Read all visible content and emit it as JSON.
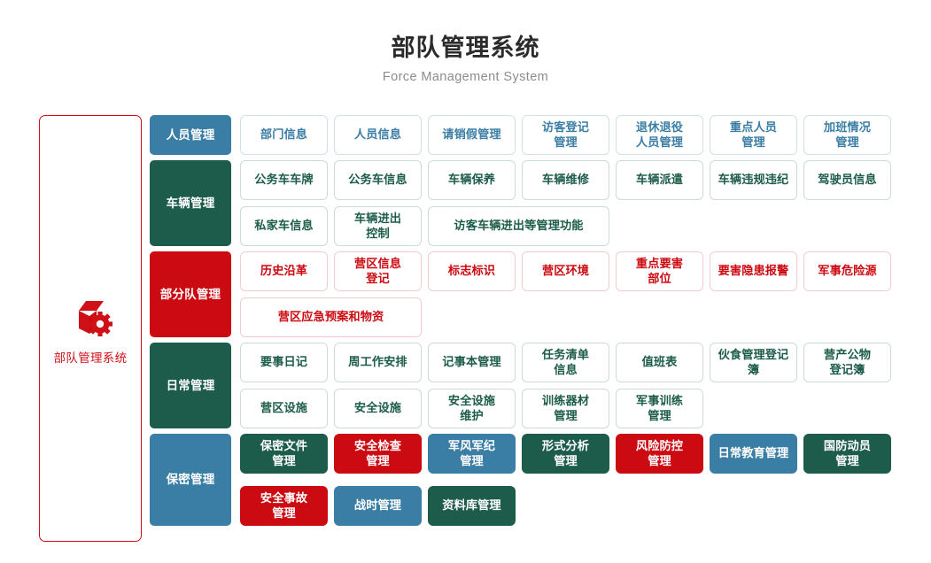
{
  "header": {
    "title": "部队管理系统",
    "subtitle": "Force Management System"
  },
  "sidebar": {
    "icon": "box-gear-icon",
    "label": "部队管理系统",
    "border_color": "#cf1017",
    "text_color": "#cf1017"
  },
  "palette": {
    "blue": "#3b7ea5",
    "green": "#1d5c4a",
    "red": "#cc0a12",
    "blue_border": "#cfe0ea",
    "green_border": "#cbdbd6",
    "red_border": "#f3ccce",
    "title": "#2b2b2b",
    "subtitle": "#8c8c8c"
  },
  "categories": [
    {
      "label": "人员管理",
      "color": "blue",
      "chip_height": 45,
      "items": [
        {
          "label": "部门信息",
          "style": "o-blue",
          "span": 1
        },
        {
          "label": "人员信息",
          "style": "o-blue",
          "span": 1
        },
        {
          "label": "请销假管理",
          "style": "o-blue",
          "span": 1
        },
        {
          "label": "访客登记\n管理",
          "style": "o-blue",
          "span": 1
        },
        {
          "label": "退休退役\n人员管理",
          "style": "o-blue",
          "span": 1
        },
        {
          "label": "重点人员\n管理",
          "style": "o-blue",
          "span": 1
        },
        {
          "label": "加班情况\n管理",
          "style": "o-blue",
          "span": 1
        }
      ]
    },
    {
      "label": "车辆管理",
      "color": "green",
      "chip_height": 97,
      "items": [
        {
          "label": "公务车车牌",
          "style": "o-green",
          "span": 1
        },
        {
          "label": "公务车信息",
          "style": "o-green",
          "span": 1
        },
        {
          "label": "车辆保养",
          "style": "o-green",
          "span": 1
        },
        {
          "label": "车辆维修",
          "style": "o-green",
          "span": 1
        },
        {
          "label": "车辆派遣",
          "style": "o-green",
          "span": 1
        },
        {
          "label": "车辆违规违纪",
          "style": "o-green",
          "span": 1
        },
        {
          "label": "驾驶员信息",
          "style": "o-green",
          "span": 1
        },
        {
          "label": "私家车信息",
          "style": "o-green",
          "span": 1
        },
        {
          "label": "车辆进出\n控制",
          "style": "o-green",
          "span": 1
        },
        {
          "label": "访客车辆进出等管理功能",
          "style": "o-green",
          "span": 2
        }
      ]
    },
    {
      "label": "部分队管理",
      "color": "red",
      "chip_height": 97,
      "items": [
        {
          "label": "历史沿革",
          "style": "o-red",
          "span": 1
        },
        {
          "label": "营区信息\n登记",
          "style": "o-red",
          "span": 1
        },
        {
          "label": "标志标识",
          "style": "o-red",
          "span": 1
        },
        {
          "label": "营区环境",
          "style": "o-red",
          "span": 1
        },
        {
          "label": "重点要害\n部位",
          "style": "o-red",
          "span": 1
        },
        {
          "label": "要害隐患报警",
          "style": "o-red",
          "span": 1
        },
        {
          "label": "军事危险源",
          "style": "o-red",
          "span": 1
        },
        {
          "label": "营区应急预案和物资",
          "style": "o-red",
          "span": 2
        }
      ]
    },
    {
      "label": "日常管理",
      "color": "green",
      "chip_height": 97,
      "items": [
        {
          "label": "要事日记",
          "style": "o-green",
          "span": 1
        },
        {
          "label": "周工作安排",
          "style": "o-green",
          "span": 1
        },
        {
          "label": "记事本管理",
          "style": "o-green",
          "span": 1
        },
        {
          "label": "任务清单\n信息",
          "style": "o-green",
          "span": 1
        },
        {
          "label": "值班表",
          "style": "o-green",
          "span": 1
        },
        {
          "label": "伙食管理登记簿",
          "style": "o-green",
          "span": 1
        },
        {
          "label": "营产公物\n登记簿",
          "style": "o-green",
          "span": 1
        },
        {
          "label": "营区设施",
          "style": "o-green",
          "span": 1
        },
        {
          "label": "安全设施",
          "style": "o-green",
          "span": 1
        },
        {
          "label": "安全设施\n维护",
          "style": "o-green",
          "span": 1
        },
        {
          "label": "训练器材\n管理",
          "style": "o-green",
          "span": 1
        },
        {
          "label": "军事训练\n管理",
          "style": "o-green",
          "span": 1
        }
      ]
    },
    {
      "label": "保密管理",
      "color": "blue",
      "chip_height": 45,
      "items": [
        {
          "label": "保密文件\n管理",
          "style": "f-green",
          "span": 1
        },
        {
          "label": "安全检查\n管理",
          "style": "f-red",
          "span": 1
        },
        {
          "label": "军风军纪\n管理",
          "style": "f-blue",
          "span": 1
        },
        {
          "label": "形式分析\n管理",
          "style": "f-green",
          "span": 1
        },
        {
          "label": "风险防控\n管理",
          "style": "f-red",
          "span": 1
        },
        {
          "label": "日常教育管理",
          "style": "f-blue",
          "span": 1
        },
        {
          "label": "国防动员\n管理",
          "style": "f-green",
          "span": 1
        },
        {
          "label": "安全事故\n管理",
          "style": "f-red",
          "span": 1,
          "row_break": true
        },
        {
          "label": "战时管理",
          "style": "f-blue",
          "span": 1
        },
        {
          "label": "资料库管理",
          "style": "f-green",
          "span": 1
        }
      ]
    }
  ]
}
